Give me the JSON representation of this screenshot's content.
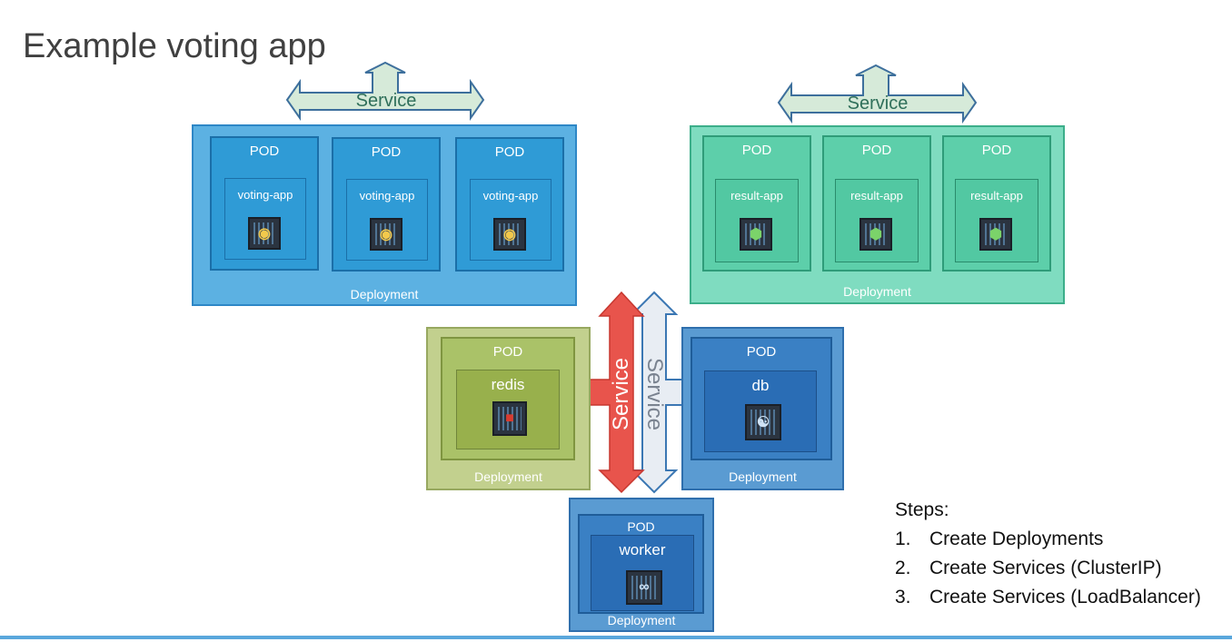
{
  "title": "Example voting app",
  "voting": {
    "service_label": "Service",
    "pod_label": "POD",
    "container_label": "voting-app",
    "deployment_label": "Deployment",
    "icon": "python-icon"
  },
  "result": {
    "service_label": "Service",
    "pod_label": "POD",
    "container_label": "result-app",
    "deployment_label": "Deployment",
    "icon": "nodejs-icon"
  },
  "redis": {
    "pod_label": "POD",
    "container_label": "redis",
    "deployment_label": "Deployment",
    "icon": "redis-icon"
  },
  "db": {
    "pod_label": "POD",
    "container_label": "db",
    "deployment_label": "Deployment",
    "icon": "postgres-icon"
  },
  "worker": {
    "pod_label": "POD",
    "container_label": "worker",
    "deployment_label": "Deployment",
    "icon": "dotnet-icon"
  },
  "redis_service_label": "Service",
  "db_service_label": "Service",
  "steps": {
    "heading": "Steps:",
    "items": [
      {
        "num": "1.",
        "text": "Create Deployments"
      },
      {
        "num": "2.",
        "text": "Create Services (ClusterIP)"
      },
      {
        "num": "3.",
        "text": "Create Services (LoadBalancer)"
      }
    ]
  },
  "colors": {
    "voting_deployment": "#5cb1e2",
    "result_deployment": "#7fdcc0",
    "redis_deployment": "#c2d08e",
    "db_deployment": "#5a9bd2",
    "redis_service_arrow": "#e8544c",
    "db_service_arrow": "#e8edf3",
    "voting_service_arrow": "#d6ead9",
    "result_service_arrow": "#d6ead9",
    "bottom_rule": "#5aa7dc"
  }
}
